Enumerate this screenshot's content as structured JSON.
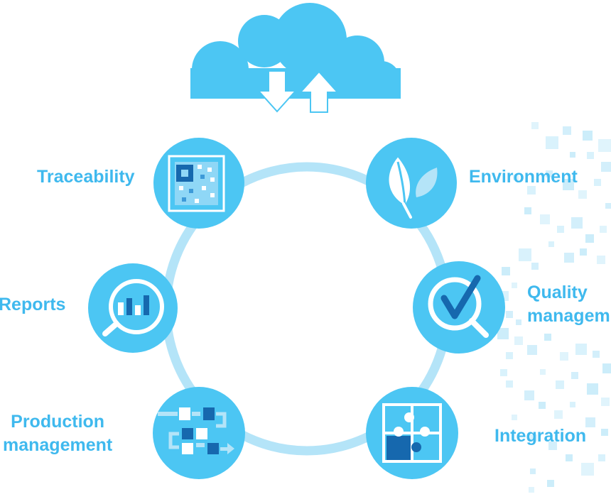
{
  "colors": {
    "primary": "#4cc6f3",
    "ring": "#b4e4f8",
    "dark_blue": "#1668ae",
    "mid_blue": "#3d9ad8",
    "pale": "#cdeffc",
    "label": "#3fb9ee",
    "decor": "#c7ebfa"
  },
  "cloud": {
    "icons": [
      "download-arrow-icon",
      "upload-arrow-icon"
    ]
  },
  "nodes": [
    {
      "id": "traceability",
      "label_lines": [
        "Traceability"
      ],
      "icon": "qr-code-icon"
    },
    {
      "id": "environment",
      "label_lines": [
        "Environment"
      ],
      "icon": "leaf-icon"
    },
    {
      "id": "reports",
      "label_lines": [
        "Reports"
      ],
      "icon": "bar-chart-magnifier-icon"
    },
    {
      "id": "quality",
      "label_lines": [
        "Quality",
        "managem"
      ],
      "icon": "checkmark-magnifier-icon"
    },
    {
      "id": "production",
      "label_lines": [
        "Production",
        "management"
      ],
      "icon": "process-flow-icon"
    },
    {
      "id": "integration",
      "label_lines": [
        "Integration"
      ],
      "icon": "puzzle-icon"
    }
  ]
}
